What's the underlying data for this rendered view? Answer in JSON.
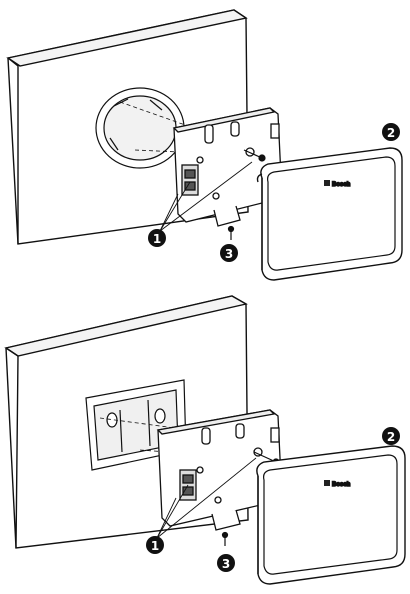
{
  "figure": {
    "panels": [
      {
        "id": "round-box",
        "callouts": [
          "1",
          "2",
          "3"
        ],
        "device_logo": "Bosch"
      },
      {
        "id": "rectangular-box",
        "callouts": [
          "1",
          "2",
          "3"
        ],
        "device_logo": "Bosch"
      }
    ]
  },
  "colors": {
    "ink": "#111111",
    "wall_fill": "#ffffff",
    "hatch": "#9a9a9a",
    "callout_fill": "#111111"
  }
}
